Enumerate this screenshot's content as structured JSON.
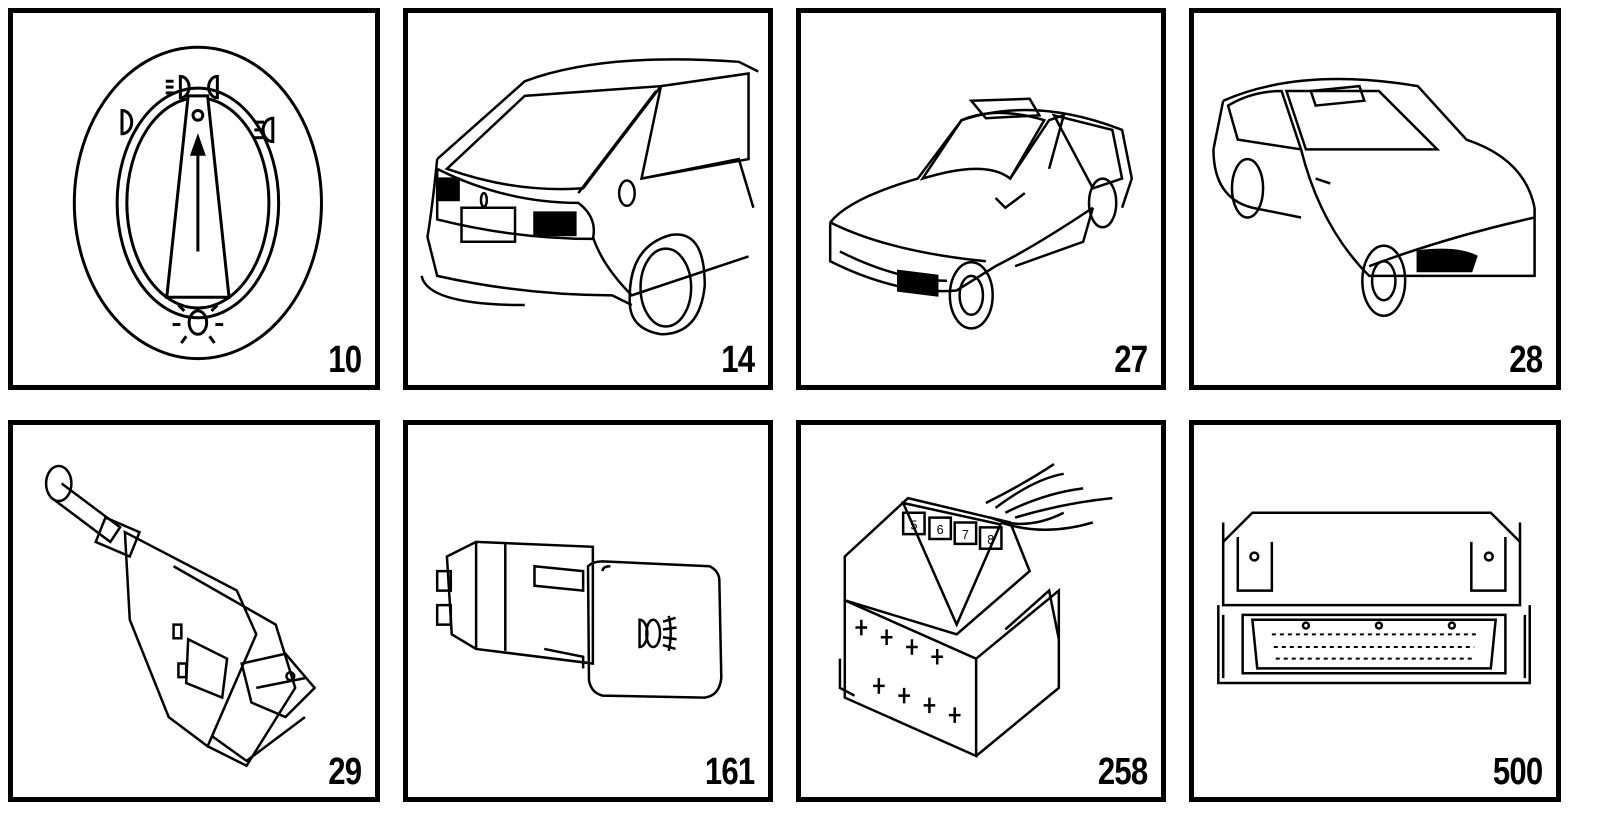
{
  "panels": [
    {
      "number": "10",
      "icon": "light-switch-knob-icon"
    },
    {
      "number": "14",
      "icon": "hatchback-car-rear-icon"
    },
    {
      "number": "27",
      "icon": "sedan-car-front-left-icon"
    },
    {
      "number": "28",
      "icon": "sedan-car-front-right-icon"
    },
    {
      "number": "29",
      "icon": "brake-light-switch-icon"
    },
    {
      "number": "161",
      "icon": "fog-light-switch-icon"
    },
    {
      "number": "258",
      "icon": "connector-plug-icon"
    },
    {
      "number": "500",
      "icon": "control-module-icon"
    }
  ],
  "connector_pins": [
    "5",
    "6",
    "7",
    "8"
  ]
}
